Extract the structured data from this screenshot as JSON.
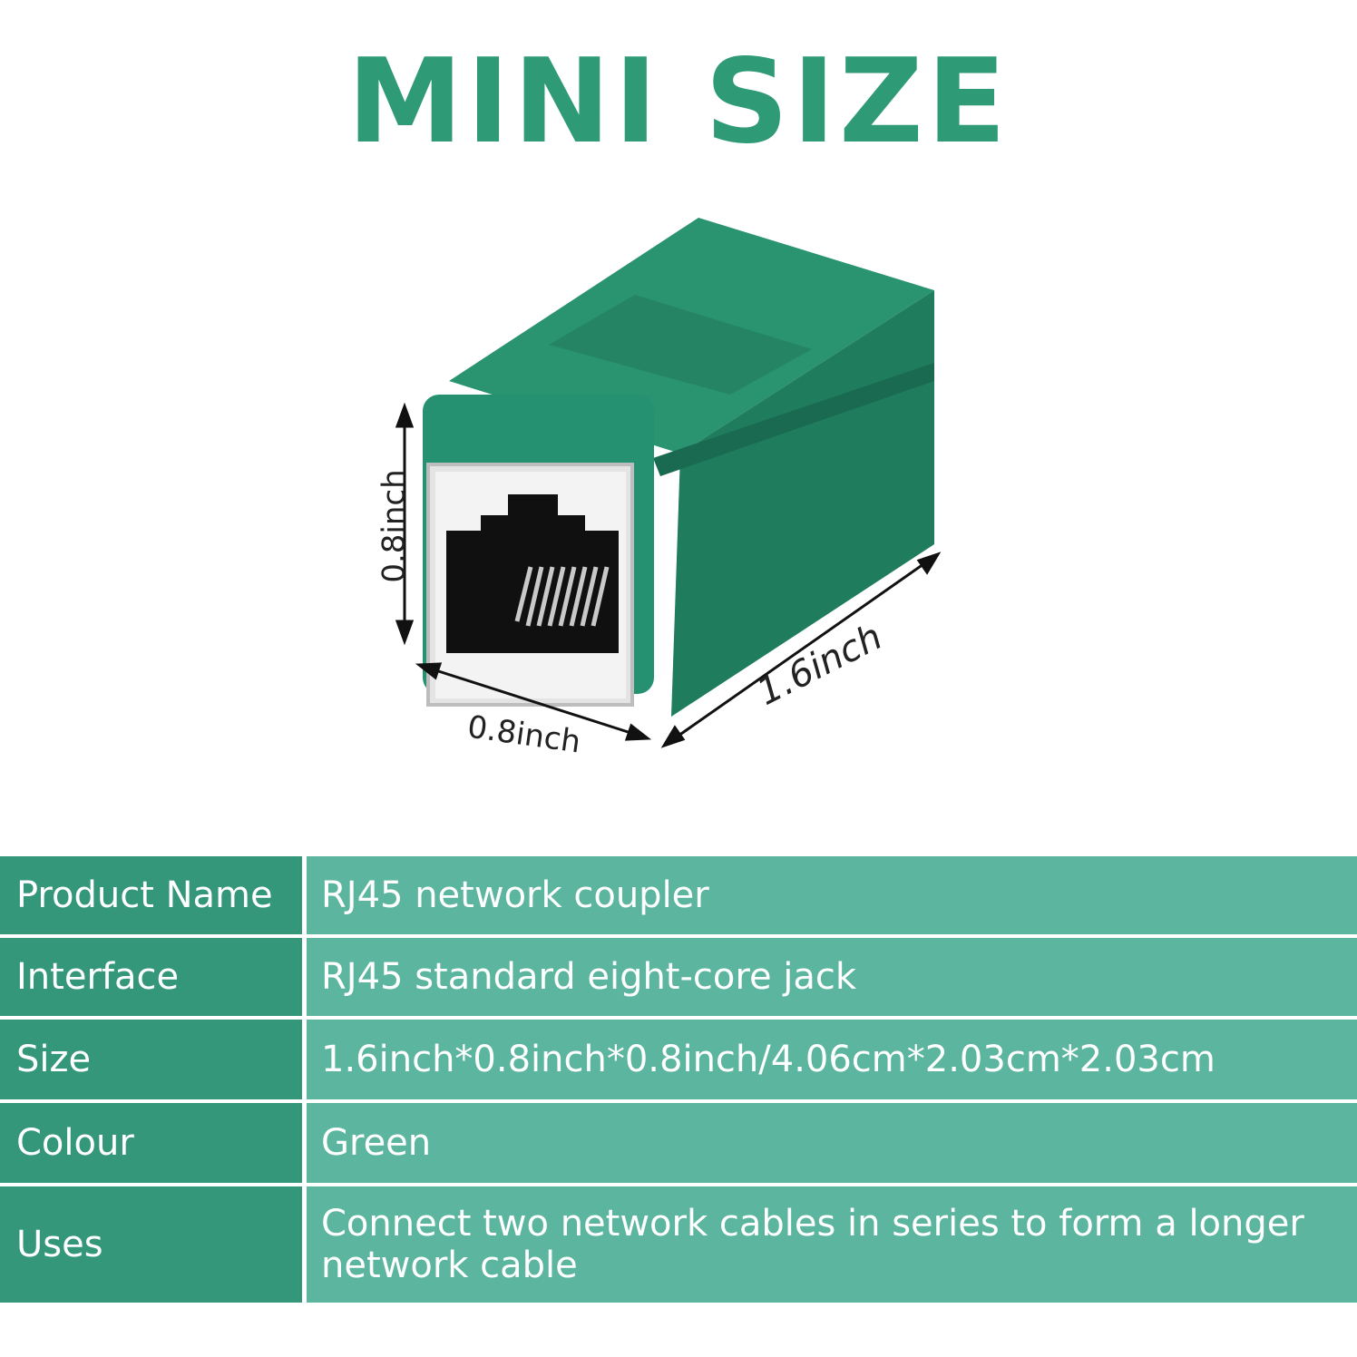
{
  "title": "MINI SIZE",
  "colors": {
    "title": "#2e9a76",
    "label_bg": "#34977a",
    "value_bg": "#5bb59f",
    "product_body": "#238a66",
    "product_side": "#1f7a5c",
    "shell": "#d9d9d9"
  },
  "dimensions": {
    "height": "0.8inch",
    "width": "0.8inch",
    "length": "1.6inch"
  },
  "specs": [
    {
      "label": "Product Name",
      "value": "RJ45 network coupler"
    },
    {
      "label": "Interface",
      "value": "RJ45 standard eight-core jack"
    },
    {
      "label": "Size",
      "value": "1.6inch*0.8inch*0.8inch/4.06cm*2.03cm*2.03cm"
    },
    {
      "label": "Colour",
      "value": "Green"
    },
    {
      "label": "Uses",
      "value": "Connect two network cables in series to form a longer network cable"
    }
  ]
}
